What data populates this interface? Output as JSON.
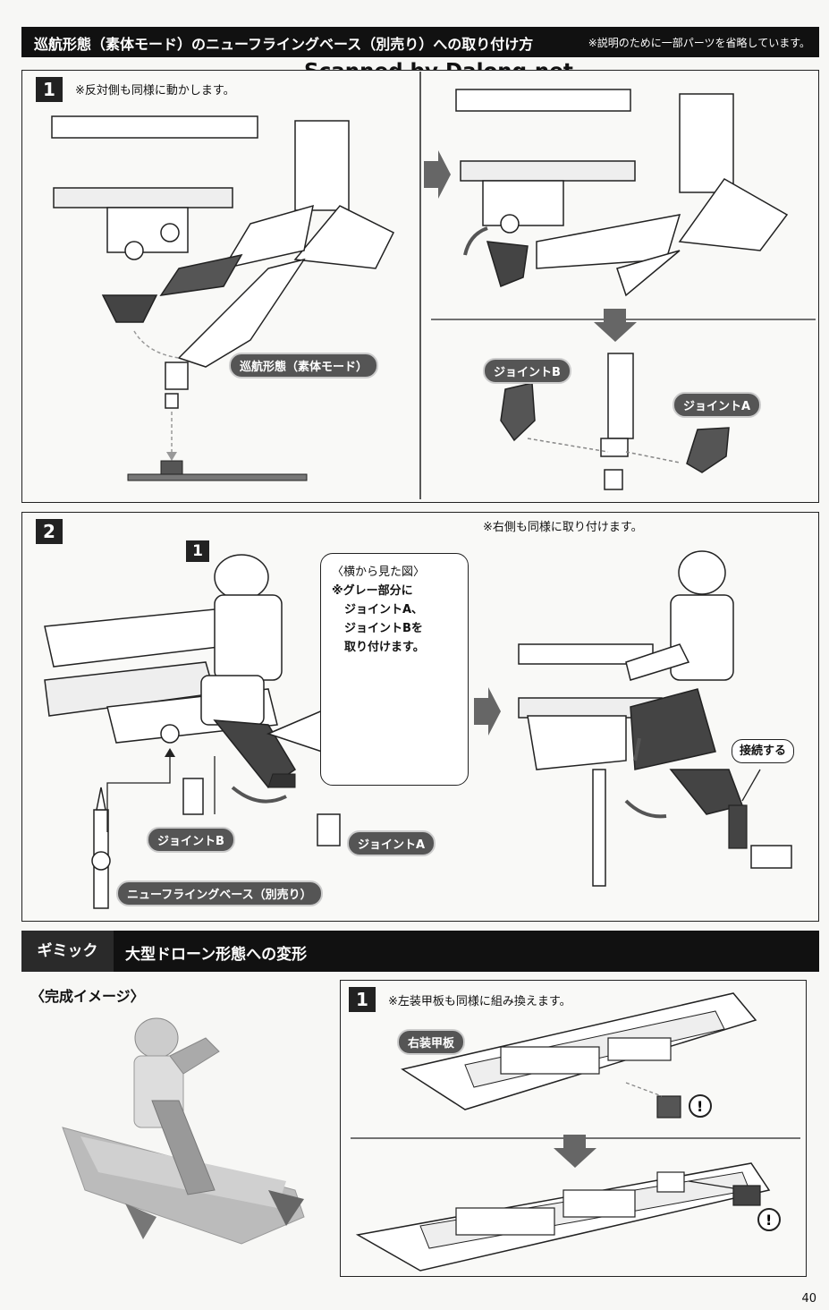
{
  "header": {
    "title": "巡航形態（素体モード）のニューフライングベース（別売り）への取り付け方",
    "note": "※説明のために一部パーツを省略しています。"
  },
  "watermark": "Scanned by Dalong.net",
  "step1": {
    "number": "1",
    "note": "※反対側も同様に動かします。",
    "mode_label": "巡航形態（素体モード）",
    "joint_b": "ジョイントB",
    "joint_a": "ジョイントA"
  },
  "step2": {
    "number": "2",
    "badge": "1",
    "callout": {
      "line1": "〈横から見た図〉",
      "line2": "※グレー部分に",
      "line3": "ジョイントA、",
      "line4": "ジョイントBを",
      "line5": "取り付けます。"
    },
    "joint_b": "ジョイントB",
    "joint_a": "ジョイントA",
    "base_label": "ニューフライングベース（別売り）",
    "right_note": "※右側も同様に取り付けます。",
    "connect_label": "接続する"
  },
  "gimmick": {
    "label": "ギミック",
    "title": "大型ドローン形態への変形",
    "complete_image": "〈完成イメージ〉",
    "step_number": "1",
    "note": "※左装甲板も同様に組み換えます。",
    "armor_label": "右装甲板"
  },
  "page_number": "40"
}
